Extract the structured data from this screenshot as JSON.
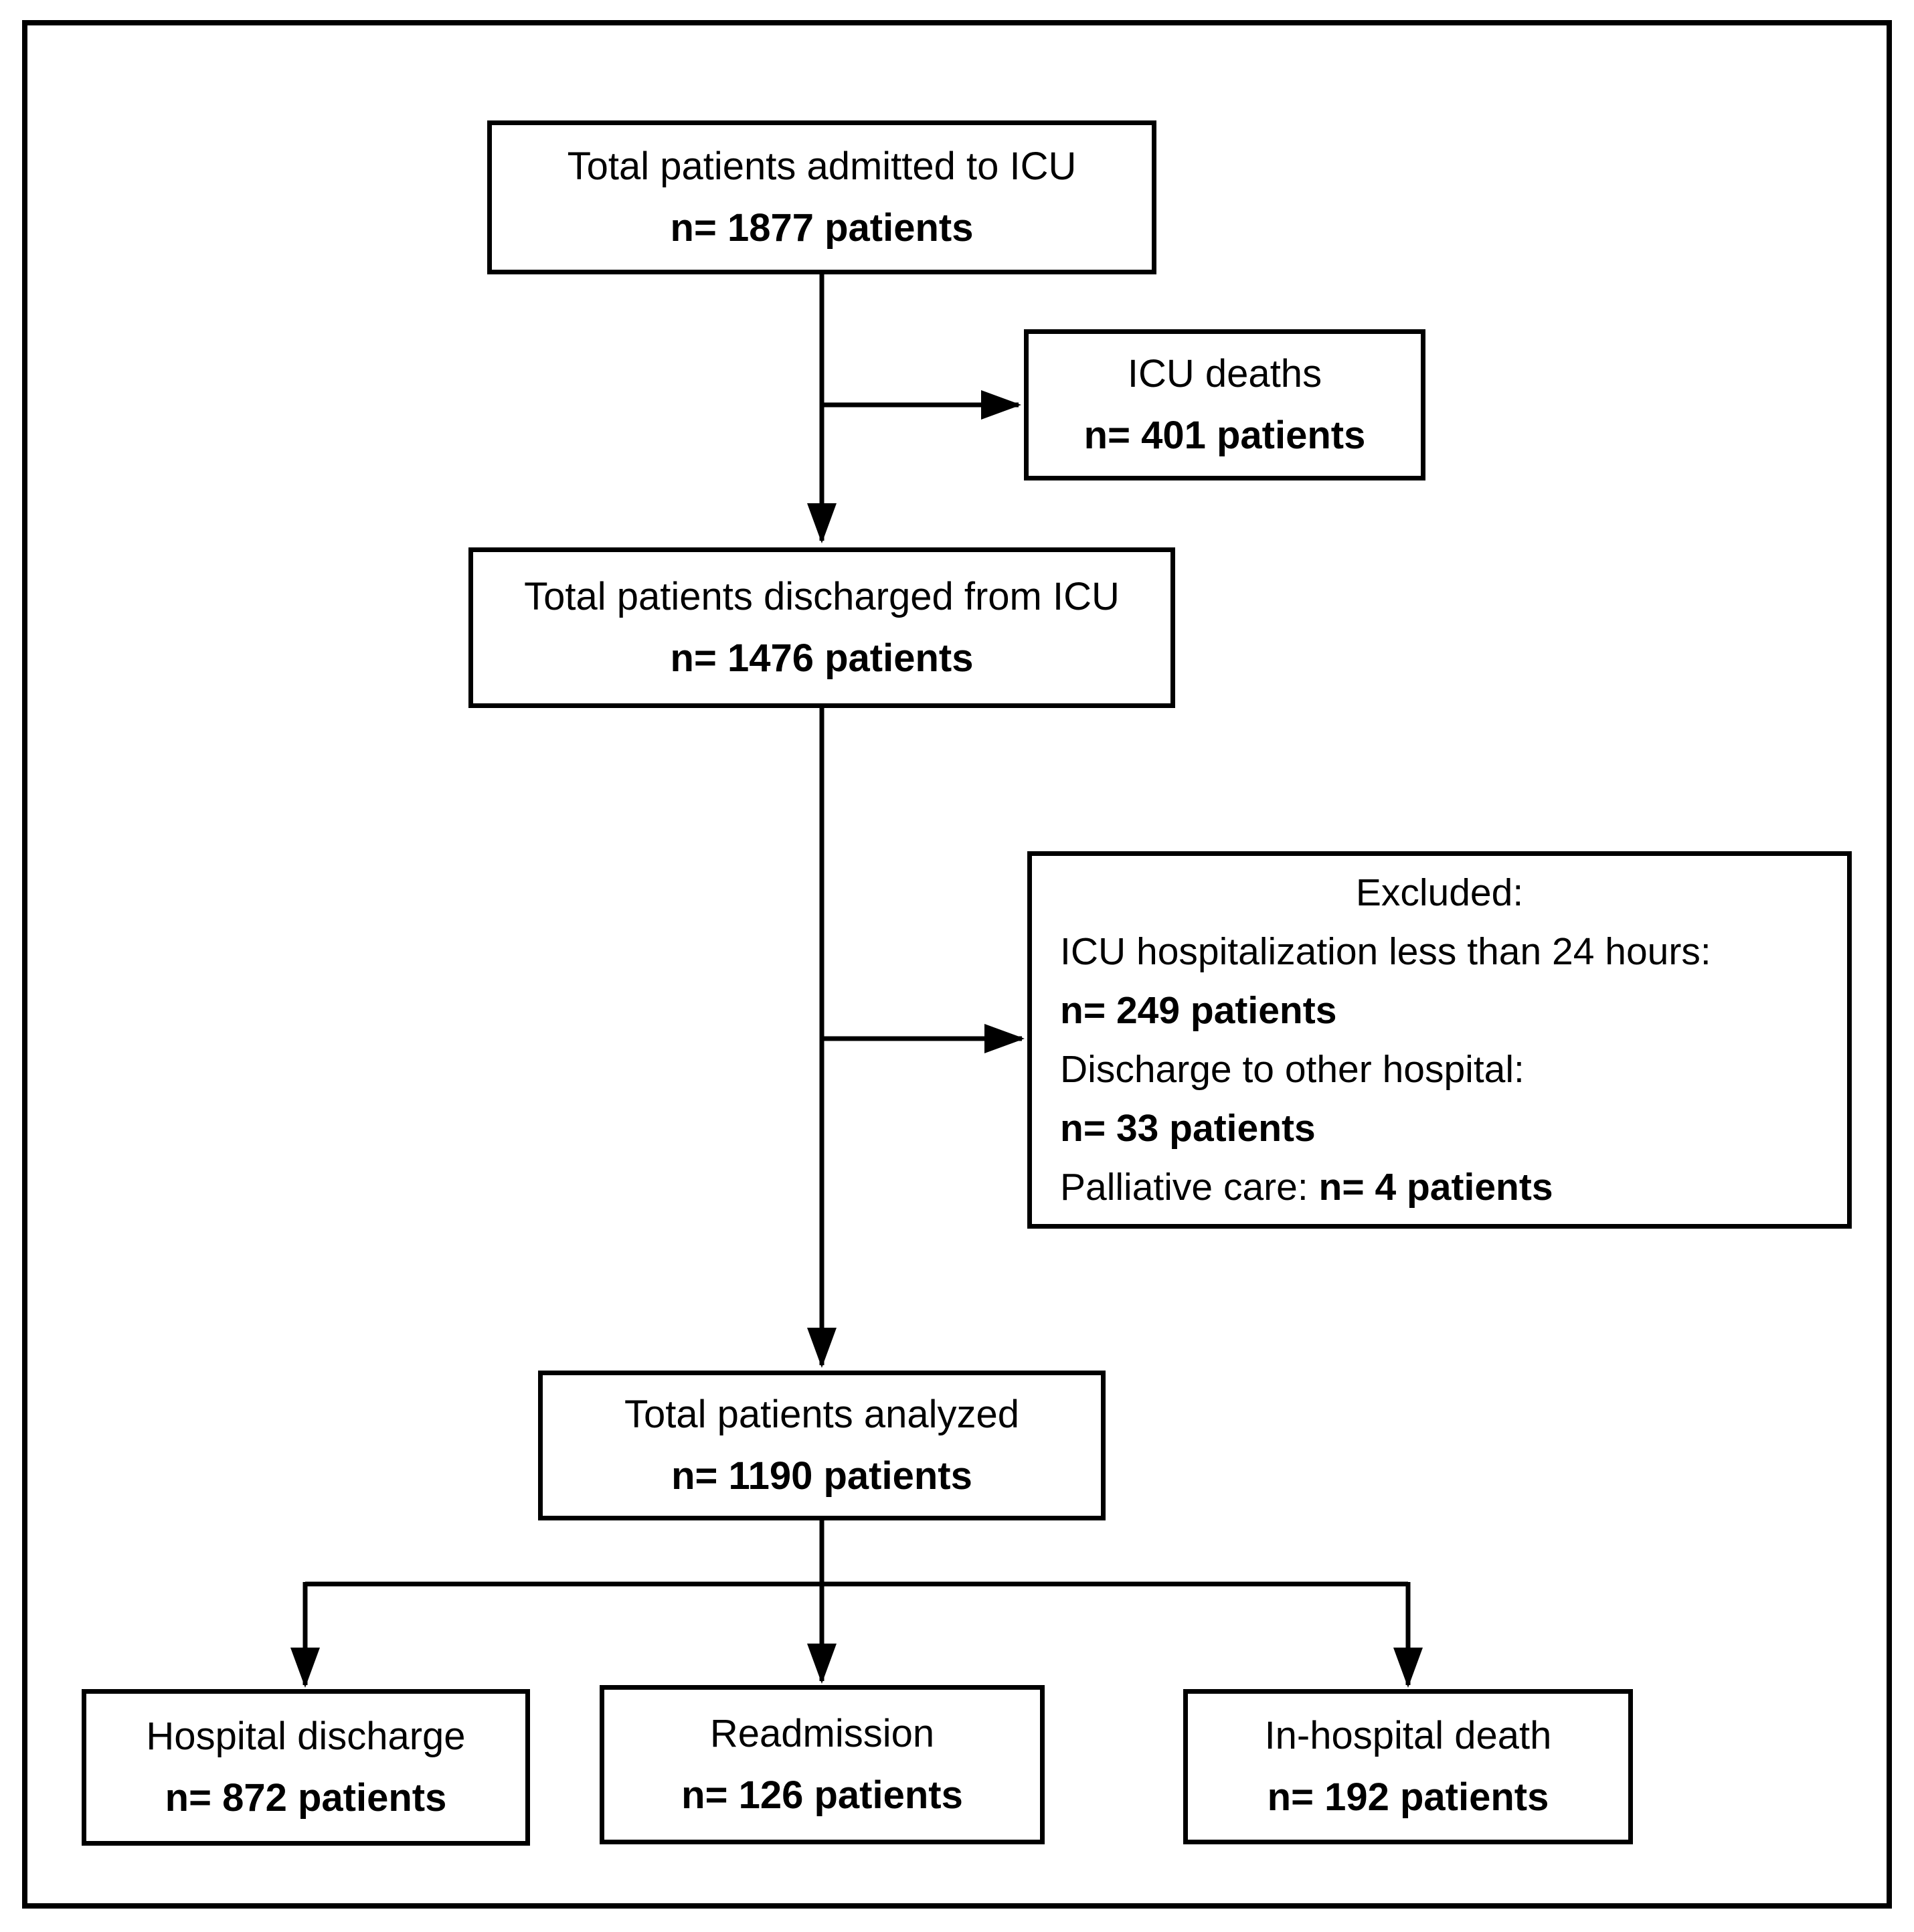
{
  "colors": {
    "background": "#ffffff",
    "border": "#000000",
    "text": "#000000"
  },
  "boxes": {
    "admitted": {
      "label": "Total patients admitted to ICU",
      "count": "n= 1877 patients"
    },
    "icu_deaths": {
      "label": "ICU deaths",
      "count": "n= 401 patients"
    },
    "discharged": {
      "label": "Total patients discharged from ICU",
      "count": "n= 1476 patients"
    },
    "excluded": {
      "title": "Excluded:",
      "item1_label": "ICU hospitalization less than 24 hours:",
      "item1_value": "n= 249 patients",
      "item2_label": "Discharge to other hospital:",
      "item2_value": "n= 33 patients",
      "item3_label": "Palliative care: ",
      "item3_value": "n= 4 patients"
    },
    "analyzed": {
      "label": "Total patients analyzed",
      "count": "n= 1190 patients"
    },
    "hospital_discharge": {
      "label": "Hospital discharge",
      "count": "n= 872 patients"
    },
    "readmission": {
      "label": "Readmission",
      "count": "n= 126 patients"
    },
    "in_hospital_death": {
      "label": "In-hospital death",
      "count": "n= 192 patients"
    }
  }
}
